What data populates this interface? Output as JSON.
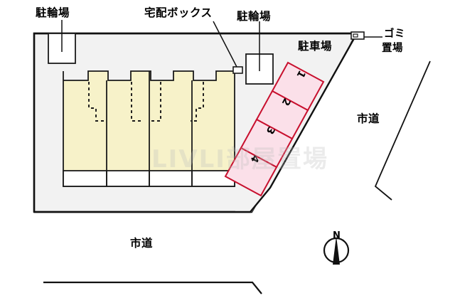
{
  "document": {
    "type": "property-site-plan",
    "watermark": "LIVLI部屋置場"
  },
  "colors": {
    "site_fill": "#f2f2f2",
    "site_stroke": "#000000",
    "building_fill": "#f7f2c9",
    "building_stroke": "#1a1a1a",
    "balcony_fill": "#ffffff",
    "parking_fill": "#fbe0e9",
    "parking_stroke": "#c8102e",
    "road_stroke": "#000000",
    "text": "#000000"
  },
  "labels": {
    "bicycle_parking_left": "駐輪場",
    "delivery_box": "宅配ボックス",
    "bicycle_parking_right": "駐輪場",
    "car_parking": "駐車場",
    "garbage_area_line1": "ゴミ",
    "garbage_area_line2": "置場",
    "city_road_right": "市道",
    "city_road_bottom": "市道"
  },
  "parking": {
    "title": "駐車場",
    "stalls": [
      {
        "number": "1"
      },
      {
        "number": "2"
      },
      {
        "number": "3"
      },
      {
        "number": "4"
      }
    ]
  },
  "building": {
    "units": 4,
    "description": "4-unit apartment block with notched north elevation and south balconies"
  },
  "compass": {
    "north_letter": "N"
  }
}
